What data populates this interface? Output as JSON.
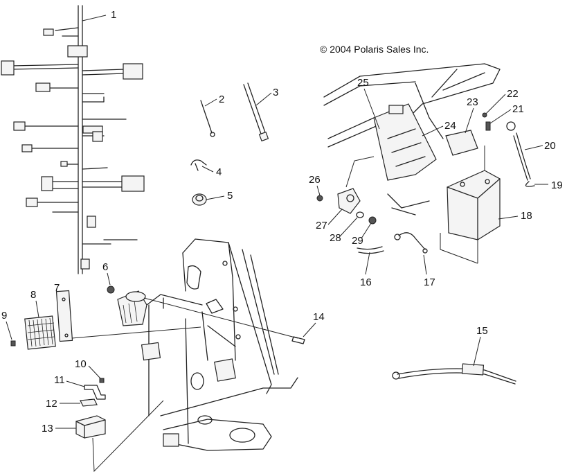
{
  "copyright": "© 2004 Polaris Sales Inc.",
  "callouts": {
    "c1": "1",
    "c2": "2",
    "c3": "3",
    "c4": "4",
    "c5": "5",
    "c6": "6",
    "c7": "7",
    "c8": "8",
    "c9": "9",
    "c10": "10",
    "c11": "11",
    "c12": "12",
    "c13": "13",
    "c14": "14",
    "c15": "15",
    "c16": "16",
    "c17": "17",
    "c18": "18",
    "c19": "19",
    "c20": "20",
    "c21": "21",
    "c22": "22",
    "c23": "23",
    "c24": "24",
    "c25": "25",
    "c26": "26",
    "c27": "27",
    "c28": "28",
    "c29": "29"
  }
}
